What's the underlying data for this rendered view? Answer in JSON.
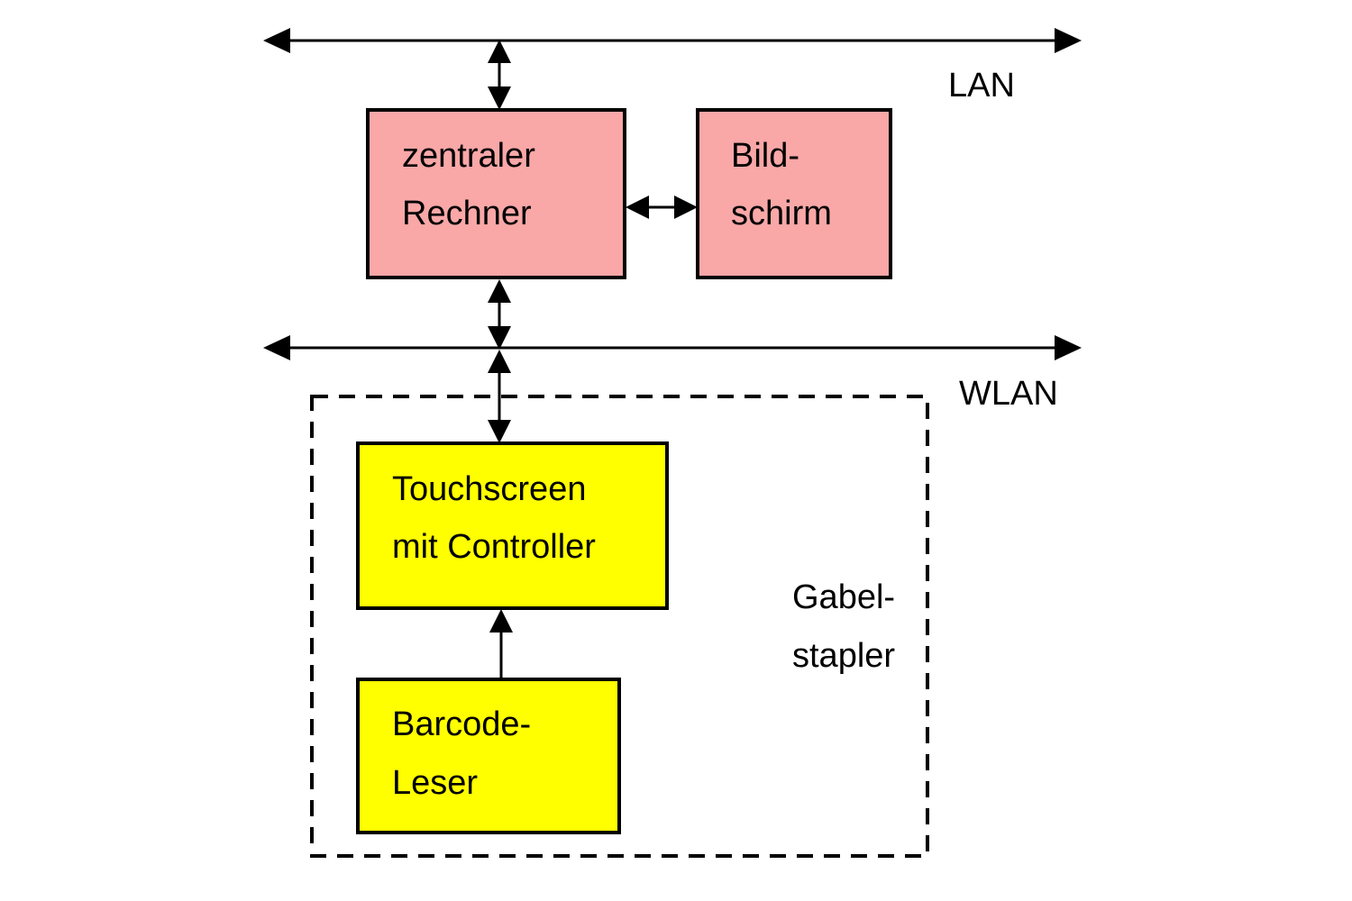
{
  "colors": {
    "rechner_fill": "#f9a7a7",
    "bildschirm_fill": "#f9a7a7",
    "touchscreen_fill": "#ffff00",
    "barcode_fill": "#ffff00",
    "stroke": "#000000",
    "background": "#ffffff"
  },
  "buses": {
    "lan": {
      "label": "LAN"
    },
    "wlan": {
      "label": "WLAN"
    }
  },
  "nodes": {
    "rechner": {
      "line1": "zentraler",
      "line2": "Rechner"
    },
    "bildschirm": {
      "line1": "Bild-",
      "line2": "schirm"
    },
    "touchscreen": {
      "line1": "Touchscreen",
      "line2": "mit Controller"
    },
    "barcode": {
      "line1": "Barcode-",
      "line2": "Leser"
    }
  },
  "group": {
    "gabelstapler": {
      "line1": "Gabel-",
      "line2": "stapler"
    }
  }
}
